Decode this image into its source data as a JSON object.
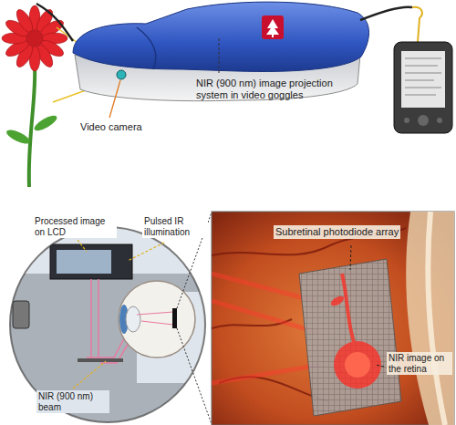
{
  "diagram": {
    "labels": [
      "NIR (900 nm) image projection system in video goggles",
      "Video camera",
      "Processed image on LCD",
      "Pulsed IR illumination",
      "Subretinal photodiode array",
      "NIR image on the retina",
      "NIR (900 nm) beam"
    ]
  }
}
